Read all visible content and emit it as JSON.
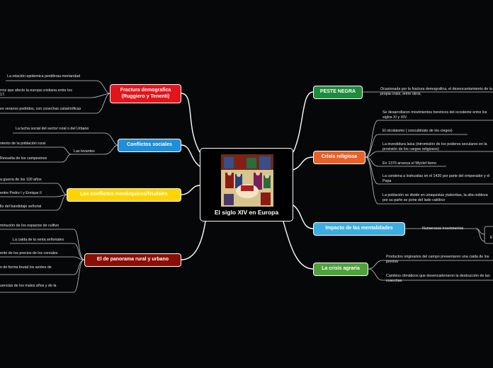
{
  "central": {
    "title": "El siglo XIV en Europa",
    "image": "medieval-miniature-illustration"
  },
  "left": {
    "fractura": {
      "label": "Fractura demografica (Ruggiero y Tenenti)",
      "color": "#e4141b",
      "items": [
        "La relación epidemica pestiferas-mortandad",
        "rroz que afecto la europa cristiana entre los",
        "17.",
        "es veranos podridos, con cosechas catastróficas"
      ]
    },
    "conflictos": {
      "label": "Conflictos sociales",
      "color": "#1e8fd8",
      "items": [
        "La lucha social del sector rural o del Urbano",
        "ntento de la población rural",
        "Las  levantes",
        "Revuelta de los campesinos"
      ]
    },
    "monarquicos": {
      "label": "Los conflictos monárquicos/feudales",
      "color": "#ffd400",
      "items": [
        "a guerra de los 100 años",
        "entre Pedro I y Enrique II",
        "llo del bandidaje señorial"
      ]
    },
    "panorama": {
      "label": "El de panorama rural y urbano",
      "color": "#8b0e04",
      "items": [
        "minución de los espacios de cultivo",
        "La caida de la renta señoriales",
        "ento de los precios de los cereales",
        "o de forma brutal los azotes de",
        "uencias de los malos años y de la"
      ]
    }
  },
  "right": {
    "peste": {
      "label": "PESTE NEGRA",
      "color": "#1f8c3b",
      "items": [
        "Ocasionada por la fractura demografica, el desencantamiento de la propia crisis, entre otros."
      ]
    },
    "crisis": {
      "label": "Crisis religiosa",
      "color": "#e8602a",
      "items": [
        "Se desarrollaron movimientos hereticos del occidente entre los siglos XI y XIV",
        "El nicolaismo ( concubinato de los ciegos)",
        "La investidura laica (intromisión de los poderes seculares en la provisión de los cargos religiosos)",
        "En 1370 arranca el Wyclef lismo",
        "La condena a loshusitas en el 1420 por parte del emperador y el Papa",
        "La población se divide en utraquistas ytaboritas, la alta nobleza por su parte se pone del lado católico"
      ]
    },
    "impacto": {
      "label": "Impacto de las mentalidades",
      "color": "#3aaee0",
      "items": [
        "Numerosos movimientos",
        "E"
      ]
    },
    "agraria": {
      "label": "La crisis agraria",
      "color": "#4ea23a",
      "items": [
        "Productos originarios del campo presentaron una caida de los precios",
        "Cambios climáticos que desencadenaron la destrucción de las cosechas"
      ]
    }
  }
}
